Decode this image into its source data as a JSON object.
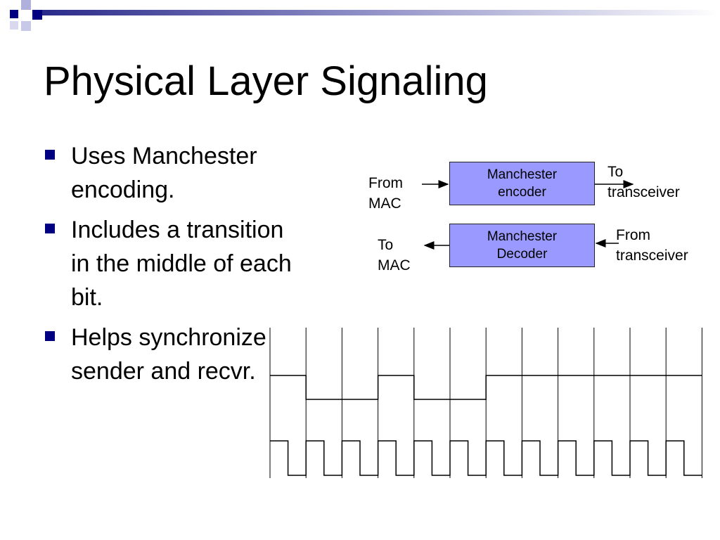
{
  "slide": {
    "title": "Physical Layer Signaling",
    "bullets": [
      {
        "lines": [
          "Uses Manchester",
          "encoding."
        ]
      },
      {
        "lines": [
          "Includes a transition",
          "in the middle of each",
          "bit."
        ]
      },
      {
        "lines": [
          "Helps synchronize",
          "sender and recvr."
        ]
      }
    ],
    "bullet_color": "#000080"
  },
  "diagram": {
    "encoder": {
      "lines": [
        "Manchester",
        "encoder"
      ]
    },
    "decoder": {
      "lines": [
        "Manchester",
        "Decoder"
      ]
    },
    "encoder_in": {
      "lines": [
        "From",
        "MAC"
      ]
    },
    "encoder_out": {
      "lines": [
        "To",
        "transceiver"
      ]
    },
    "decoder_in": {
      "lines": [
        "From",
        "transceiver"
      ]
    },
    "decoder_out": {
      "lines": [
        "To",
        "MAC"
      ]
    },
    "box_fill": "#9999ff"
  },
  "waveforms": {
    "data_bits": [
      1,
      0,
      0,
      1,
      0,
      0,
      1,
      1,
      1,
      1,
      1,
      1
    ],
    "encoded_halves": [
      1,
      0,
      1,
      0,
      1,
      0,
      1,
      0,
      1,
      0,
      1,
      0,
      1,
      0,
      1,
      0,
      1,
      0,
      1,
      0,
      1,
      0,
      1,
      0
    ]
  }
}
